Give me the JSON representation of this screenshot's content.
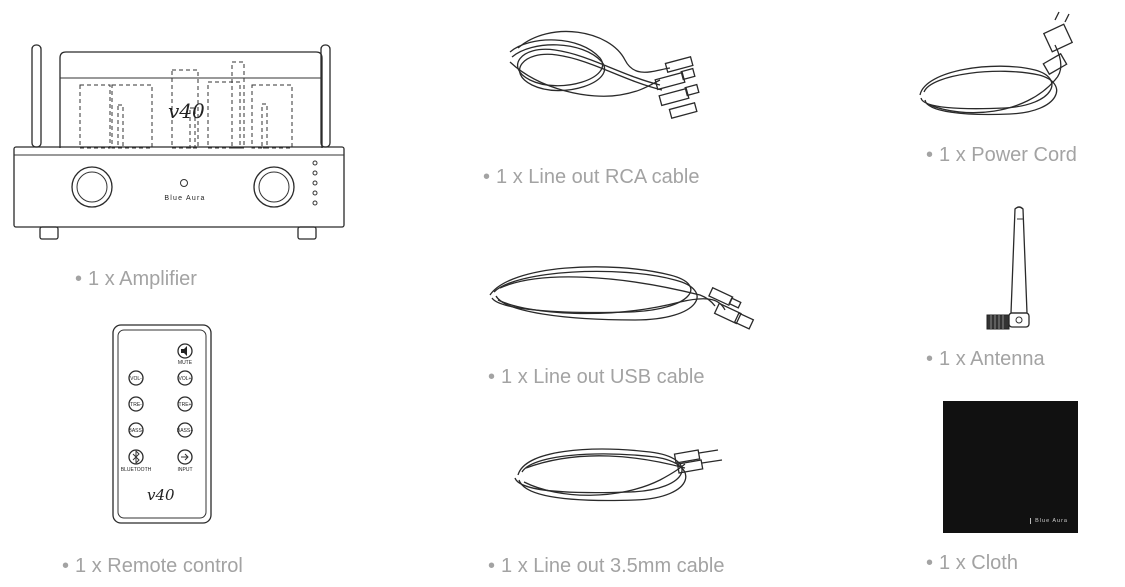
{
  "items": [
    {
      "id": "amplifier",
      "label": "1 x Amplifier",
      "bullet": "•"
    },
    {
      "id": "remote",
      "label": "1 x Remote control",
      "bullet": "•"
    },
    {
      "id": "rca",
      "label": "1 x Line out RCA cable",
      "bullet": "•"
    },
    {
      "id": "usb",
      "label": "1 x Line out USB cable",
      "bullet": "•"
    },
    {
      "id": "aux",
      "label": "1 x Line out 3.5mm cable",
      "bullet": "•"
    },
    {
      "id": "power",
      "label": "1 x Power Cord",
      "bullet": "•"
    },
    {
      "id": "antenna",
      "label": "1 x Antenna",
      "bullet": "•"
    },
    {
      "id": "cloth",
      "label": "1 x Cloth",
      "bullet": "•"
    }
  ],
  "amplifier": {
    "model_mark": "v40",
    "brand": "Blue Aura"
  },
  "remote": {
    "model_mark": "v40",
    "buttons": {
      "mute": "MUTE",
      "vol_minus": "VOL-",
      "vol_plus": "VOL+",
      "treble_minus": "TRE-",
      "treble_plus": "TRE+",
      "bass_minus": "BASS-",
      "bass_plus": "BASS+",
      "bluetooth": "BLUETOOTH",
      "input": "INPUT"
    }
  },
  "cloth": {
    "brand": "Blue Aura"
  },
  "colors": {
    "caption": "#a3a3a3",
    "line": "#2a2a2a",
    "cloth": "#111111"
  }
}
